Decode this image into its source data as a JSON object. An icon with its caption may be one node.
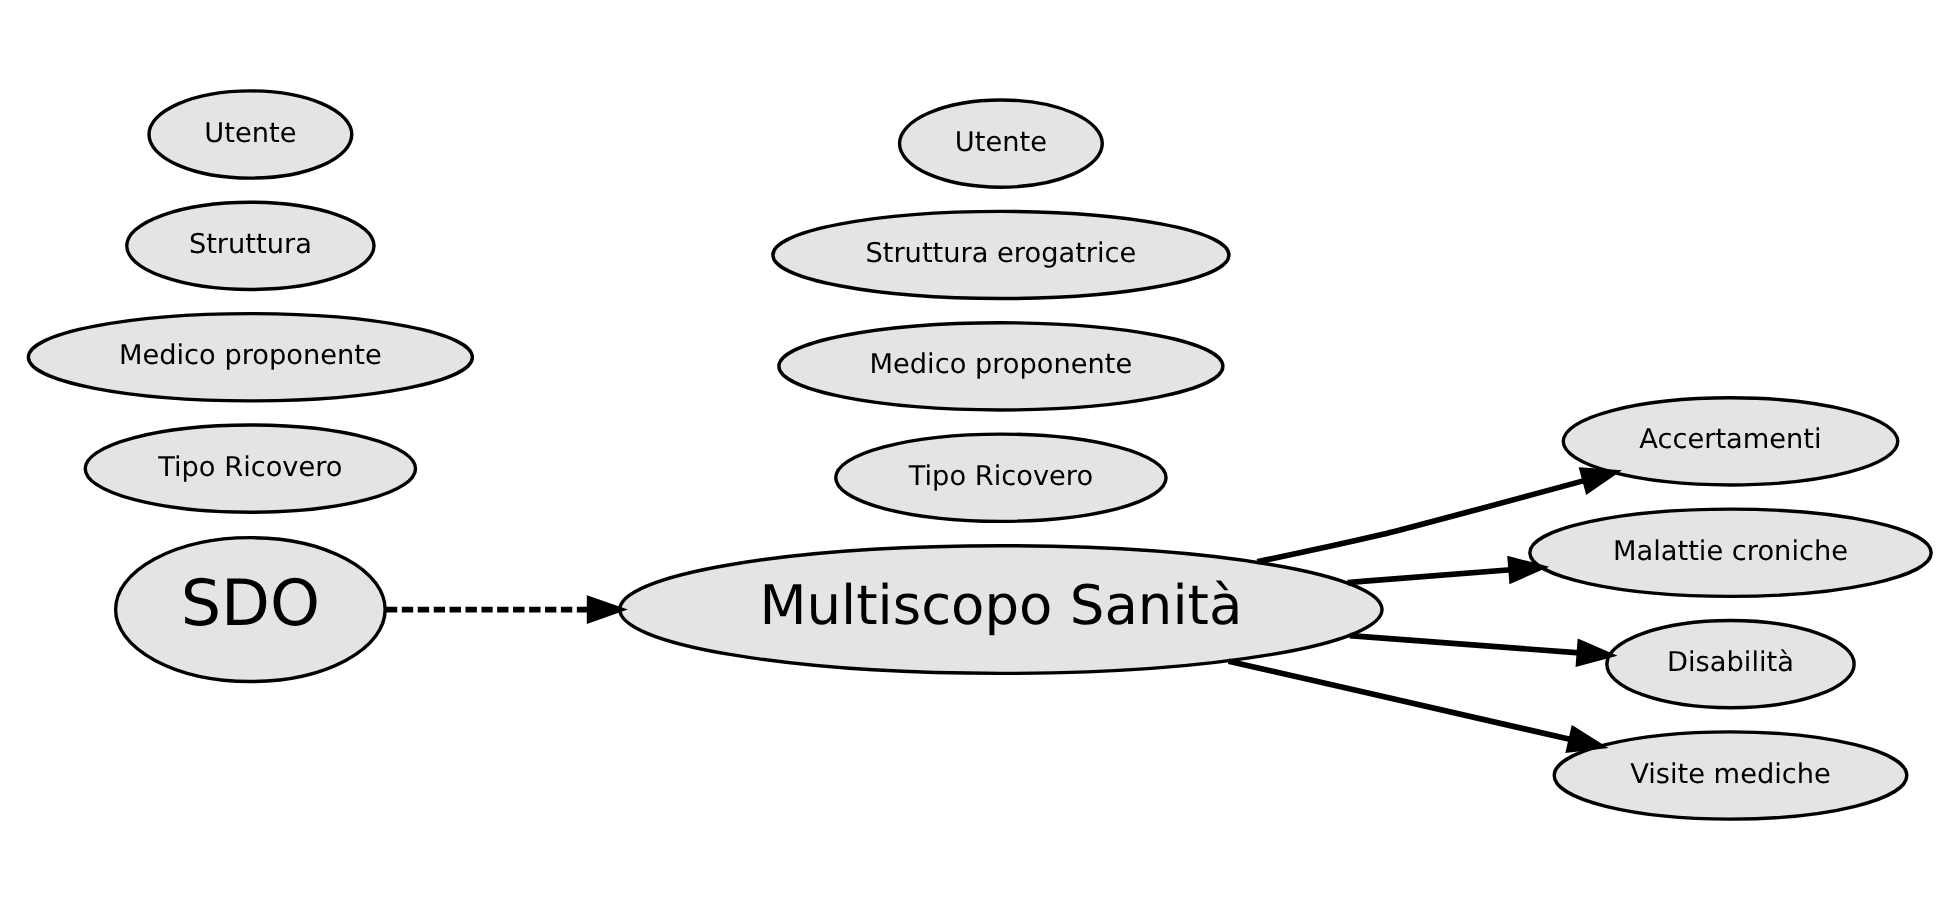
{
  "diagram": {
    "nodes": [
      {
        "text": [
          "SDO"
        ]
      },
      {
        "text": [
          "Tipo Ricovero"
        ]
      },
      {
        "text": [
          "Medico proponente"
        ]
      },
      {
        "text": [
          "Struttura"
        ]
      },
      {
        "text": [
          "Utente"
        ]
      },
      {
        "text": [
          "Tipo Ricovero"
        ]
      },
      {
        "text": [
          "Medico proponente"
        ]
      },
      {
        "text": [
          "Struttura erogatrice"
        ]
      },
      {
        "text": [
          "Utente"
        ]
      },
      {
        "text": [
          "Multiscopo Sanità"
        ]
      },
      {
        "text": [
          "Accertamenti"
        ]
      },
      {
        "text": [
          "Malattie croniche"
        ]
      },
      {
        "text": [
          "Disabilità"
        ]
      },
      {
        "text": [
          "Visite mediche"
        ]
      }
    ],
    "edges": [
      {
        "from": 0,
        "to": 9,
        "arrow": "to",
        "style": "dashed"
      },
      {
        "from": 9,
        "to": 10,
        "arrow": "to"
      },
      {
        "from": 9,
        "to": 11,
        "arrow": "to"
      },
      {
        "from": 9,
        "to": 12,
        "arrow": "to"
      },
      {
        "from": 9,
        "to": 13,
        "arrow": "to"
      }
    ]
  }
}
